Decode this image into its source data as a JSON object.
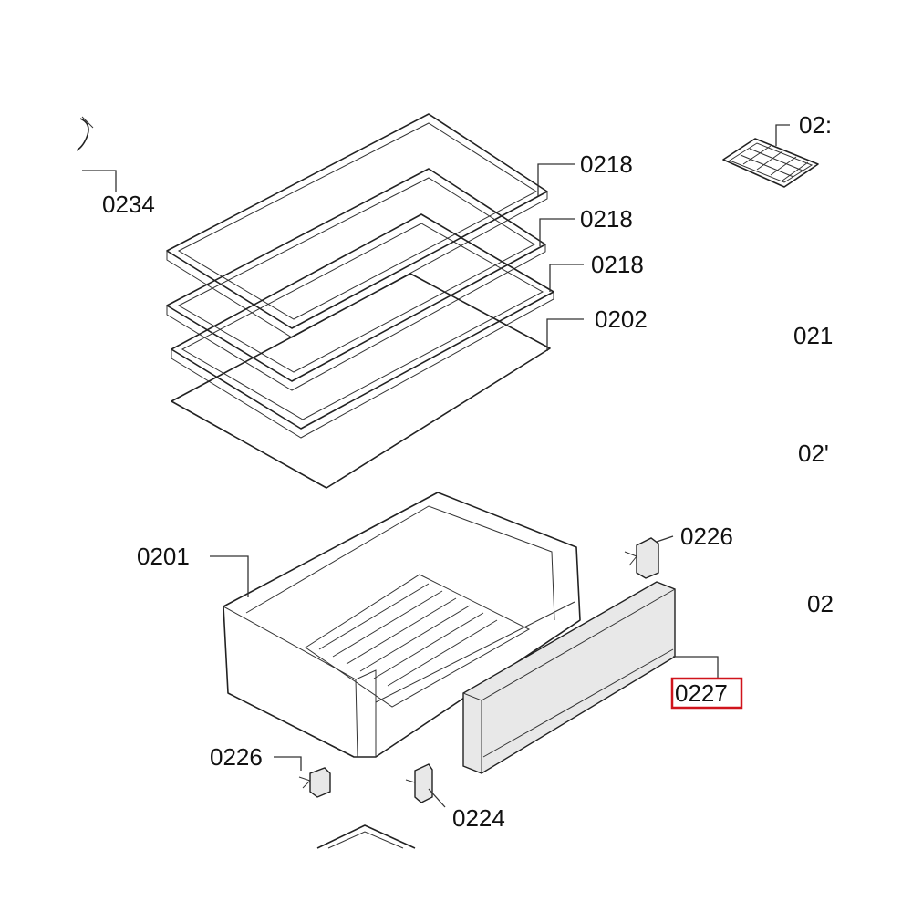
{
  "diagram": {
    "highlight_color": "#d0141c",
    "labels": {
      "p0234": "0234",
      "p0218a": "0218",
      "p0218b": "0218",
      "p0218c": "0218",
      "p0202": "0202",
      "p022_partial": "02:",
      "p021a_partial": "021",
      "p021b_partial": "02'",
      "p02_partial": "02",
      "p0226a": "0226",
      "p0201": "0201",
      "p0227": "0227",
      "p0226b": "0226",
      "p0224": "0224"
    },
    "selected_part": "0227"
  }
}
